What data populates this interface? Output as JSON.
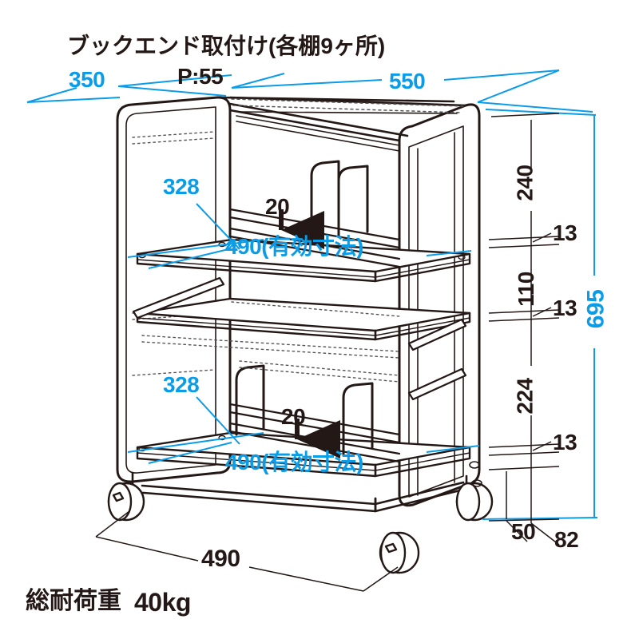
{
  "title_note": {
    "line1": "ブックエンド取付け(各棚9ヶ所)",
    "line2": "P:55"
  },
  "footer": {
    "load_label": "総耐荷重",
    "load_value": "40kg"
  },
  "colors": {
    "dimension_blue": "#0b9ce8",
    "line_dark": "#231815",
    "background": "#ffffff"
  },
  "dimensions": {
    "depth_top": "350",
    "width_top": "550",
    "upper_shelf_depth": "328",
    "upper_shelf_width": "490(有効寸法)",
    "upper_bookend_gap": "20",
    "lower_shelf_depth": "328",
    "lower_shelf_width": "490(有効寸法)",
    "lower_bookend_gap": "20",
    "base_width": "490",
    "overall_height": "695",
    "top_section": "240",
    "shelf_thickness_1": "13",
    "middle_section": "110",
    "shelf_thickness_2": "13",
    "lower_section": "224",
    "shelf_thickness_3": "13",
    "caster_offset": "50",
    "base_height": "82"
  }
}
